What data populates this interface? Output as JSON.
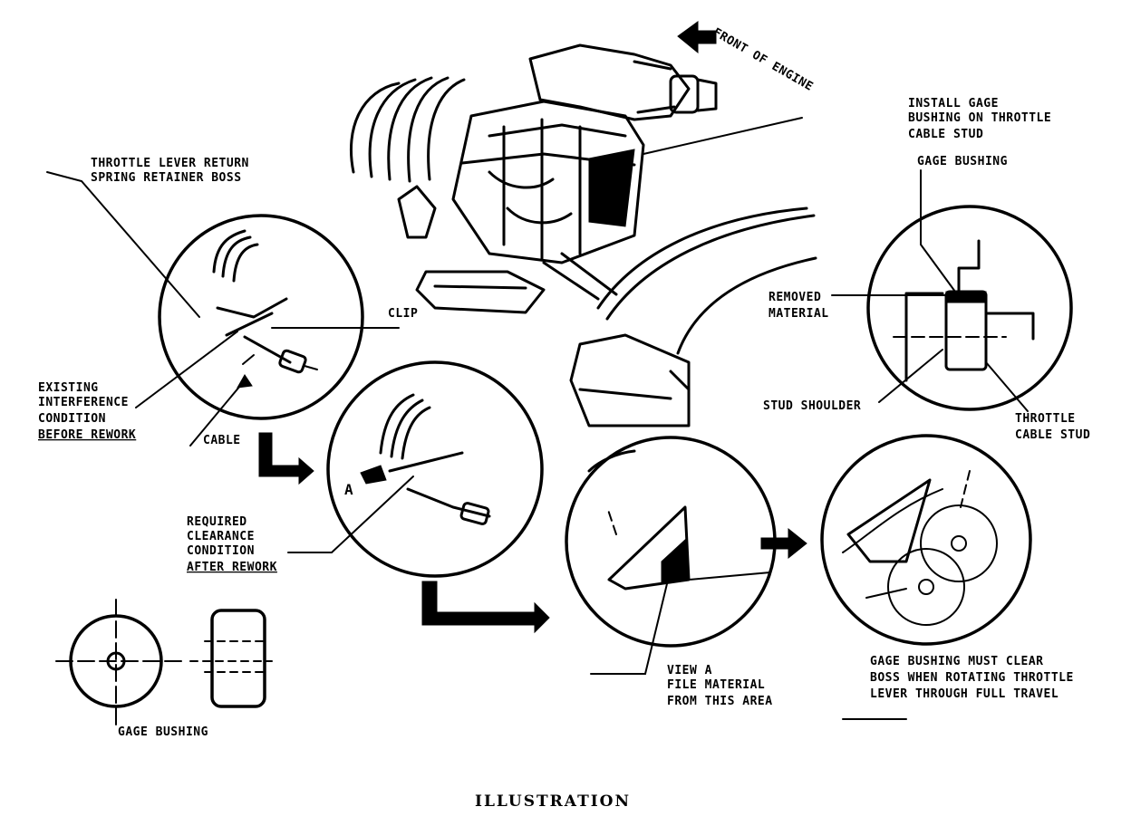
{
  "labels": {
    "front_of_engine": "FRONT OF ENGINE",
    "return_spring": [
      "THROTTLE LEVER RETURN",
      "SPRING RETAINER BOSS"
    ],
    "clip": "CLIP",
    "existing": [
      "EXISTING",
      "INTERFERENCE",
      "CONDITION",
      "BEFORE REWORK"
    ],
    "cable": "CABLE",
    "required": [
      "REQUIRED",
      "CLEARANCE",
      "CONDITION",
      "AFTER REWORK"
    ],
    "view_a_marker": "A",
    "install": [
      "INSTALL GAGE",
      "BUSHING ON THROTTLE",
      "CABLE STUD"
    ],
    "gage_bushing_top": "GAGE BUSHING",
    "removed": [
      "REMOVED",
      "MATERIAL"
    ],
    "stud_shoulder": "STUD SHOULDER",
    "throttle_stud": [
      "THROTTLE",
      "CABLE STUD"
    ],
    "view_a": [
      "VIEW A",
      "FILE MATERIAL",
      "FROM THIS AREA"
    ],
    "must_clear": [
      "GAGE BUSHING MUST CLEAR",
      "BOSS WHEN ROTATING THROTTLE",
      "LEVER THROUGH FULL TRAVEL"
    ],
    "gage_bushing_bottom": "GAGE BUSHING",
    "caption": "ILLUSTRATION"
  }
}
